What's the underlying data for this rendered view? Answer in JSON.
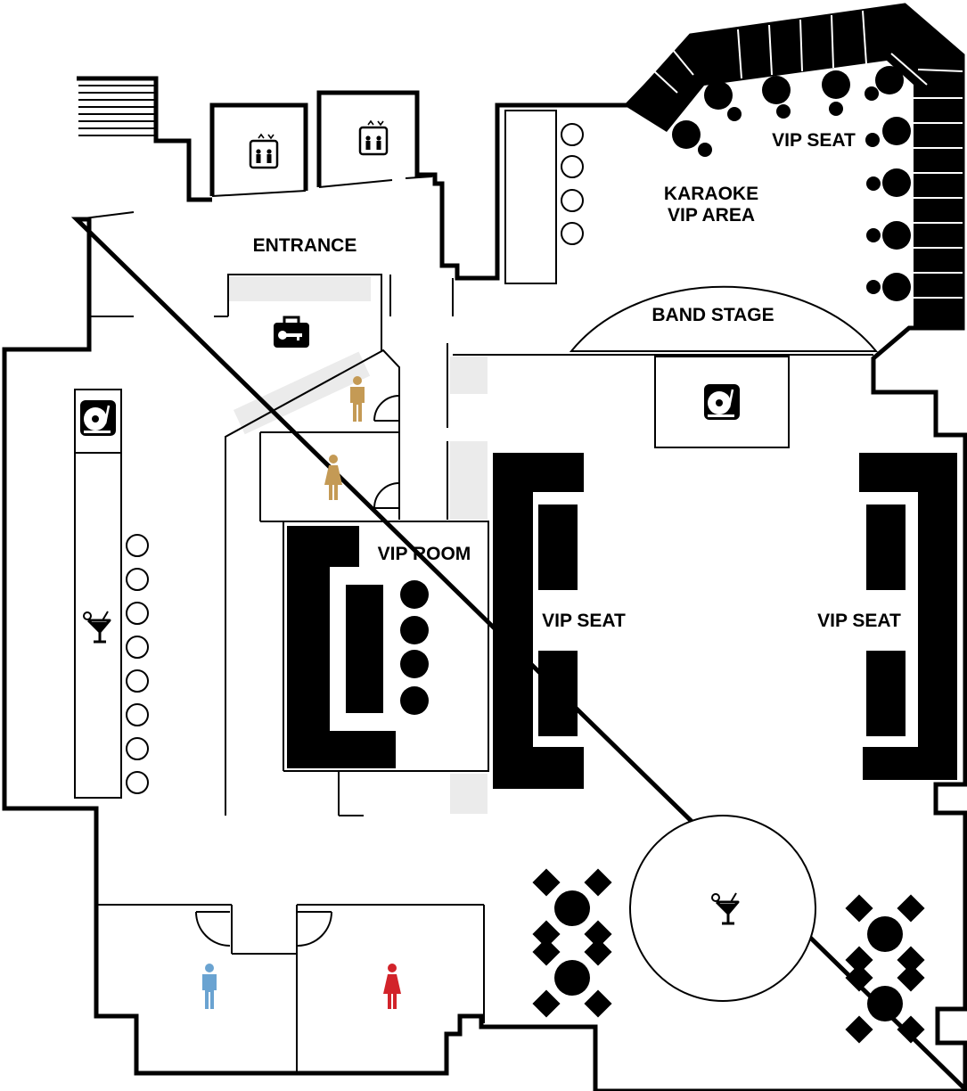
{
  "floor_plan": {
    "labels": {
      "entrance": "ENTRANCE",
      "karaoke_line1": "KARAOKE",
      "karaoke_line2": "VIP AREA",
      "band_stage": "BAND STAGE",
      "vip_room": "VIP ROOM",
      "vip_seat_top": "VIP SEAT",
      "vip_seat_center": "VIP SEAT",
      "vip_seat_right": "VIP SEAT"
    },
    "icons": [
      "elevator-icon",
      "luggage-key-icon",
      "dj-turntable-icon",
      "cocktail-icon",
      "male-restroom-icon",
      "female-restroom-icon"
    ],
    "colors": {
      "restroom_gold": "#c49a55",
      "male_blue": "#6aa3d1",
      "female_red": "#d2232a",
      "gray_floor": "#ebebeb",
      "ink": "#000000"
    }
  }
}
